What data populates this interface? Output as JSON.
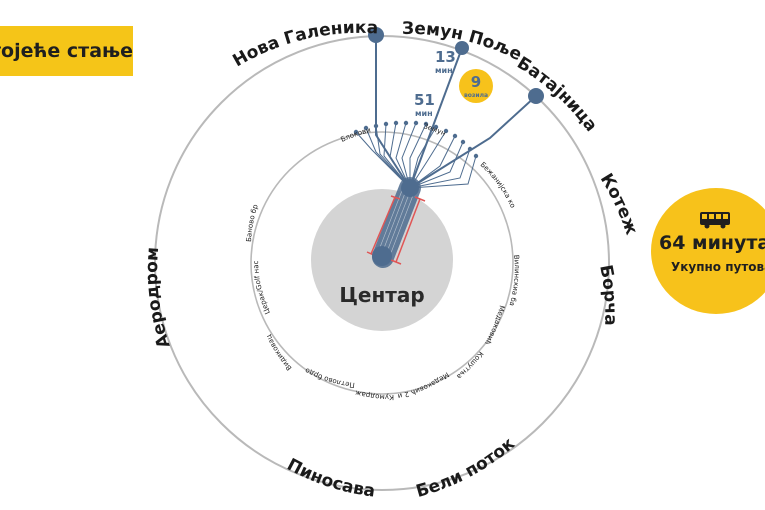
{
  "status_label": "тојеће стање",
  "center_label": "Центар",
  "terminals": [
    {
      "name": "Нова Галеника"
    },
    {
      "name": "Земун Поље"
    },
    {
      "name": "Батајница"
    }
  ],
  "outer_ring_labels": [
    "Котеж",
    "Борча",
    "Бели поток",
    "Пиносава",
    "Аеродром"
  ],
  "inner_ring_stops": [
    "Блокови",
    "Земун",
    "Бежанијска коса",
    "Вилинскиа бања",
    "Медаковић",
    "Кошутњак",
    "Медаковић 2 и 3",
    "Кумодраж",
    "Петлово брдо",
    "Видиковац",
    "Церак/Golf насеље",
    "Баново брдо"
  ],
  "times": {
    "t13": {
      "value": "13",
      "unit": "мин"
    },
    "t51": {
      "value": "51",
      "unit": "мин"
    },
    "badge9": {
      "value": "9",
      "unit": "возила"
    }
  },
  "total": {
    "value": "64 минута",
    "caption": "Укупно путовања"
  },
  "colors": {
    "accent_yellow": "#f5c518",
    "route_blue": "#4e6c8f",
    "ring_gray": "#b9b9b9",
    "center_gray": "#d4d4d4",
    "bracket_red": "#e05555"
  },
  "icons": {
    "bus": "bus-icon"
  }
}
